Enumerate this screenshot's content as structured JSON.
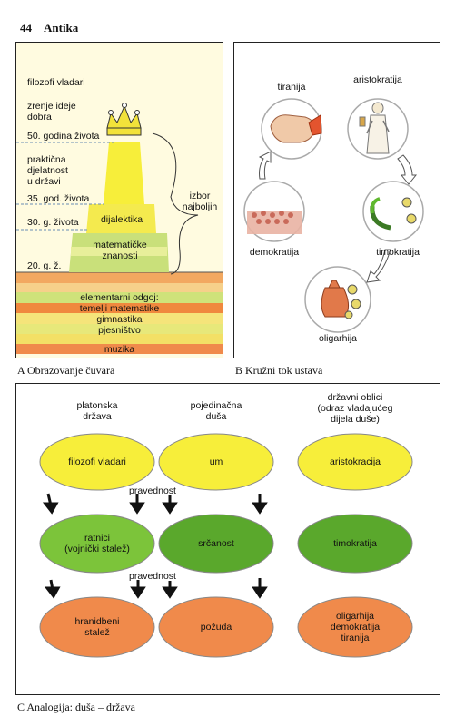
{
  "header": {
    "page_number": "44",
    "title": "Antika"
  },
  "panel_a": {
    "caption": "A Obrazovanje čuvara",
    "stage_labels": {
      "filozofi": "filozofi vladari",
      "zrenje_1": "zrenje ideje",
      "zrenje_2": "dobra",
      "age_50": "50. godina života",
      "prakticna_1": "praktična",
      "prakticna_2": "djelatnost",
      "prakticna_3": "u državi",
      "age_35": "35. god. života",
      "age_30": "30. g. života",
      "age_20": "20. g. ž."
    },
    "pyramid_labels": {
      "dijalektika": "dijalektika",
      "matematicke_1": "matematičke",
      "matematicke_2": "znanosti"
    },
    "base_labels": {
      "elementarni": "elementarni odgoj:",
      "temelji": "temelji matematike",
      "gimnastika": "gimnastika",
      "pjesnistvo": "pjesništvo",
      "muzika": "muzika"
    },
    "izbor_1": "izbor",
    "izbor_2": "najboljih"
  },
  "panel_b": {
    "caption": "B Kružni tok ustava",
    "nodes": {
      "tiranija": "tiranija",
      "aristokratija": "aristokratija",
      "timokratija": "timokratija",
      "oligarhija": "oligarhija",
      "demokratija": "demokratija"
    }
  },
  "panel_c": {
    "caption": "C Analogija: duša – država",
    "col_headers": {
      "platonska_1": "platonska",
      "platonska_2": "država",
      "pojedinacna_1": "pojedinačna",
      "pojedinacna_2": "duša",
      "drzavni_1": "državni oblici",
      "drzavni_2": "(odraz vladajućeg",
      "drzavni_3": "dijela duše)"
    },
    "pravednost_1": "pravednost",
    "pravednost_2": "pravednost",
    "ellipses": {
      "filozofi": "filozofi vladari",
      "um": "um",
      "aristokracija": "aristokracija",
      "ratnici_1": "ratnici",
      "ratnici_2": "(vojnički stalež)",
      "srcanost": "srčanost",
      "timokratija": "timokratija",
      "hranidbeni_1": "hranidbeni",
      "hranidbeni_2": "stalež",
      "pozuda": "požuda",
      "oligarhija_1": "oligarhija",
      "oligarhija_2": "demokratija",
      "oligarhija_3": "tiranija"
    }
  },
  "colors": {
    "yellow": "#f7ee3a",
    "green": "#5fb82e",
    "orange": "#f08a4b",
    "pale_yellow": "#fffbe0"
  }
}
